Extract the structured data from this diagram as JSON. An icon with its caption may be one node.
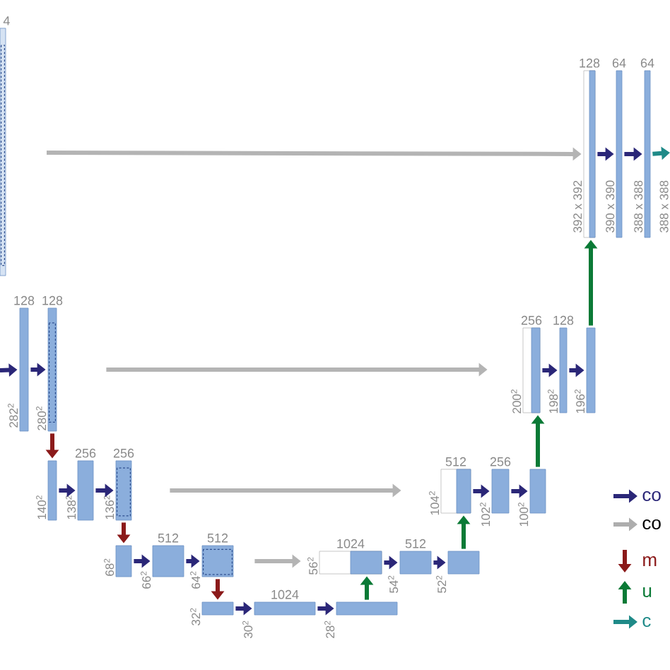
{
  "diagram": {
    "nodes": [
      {
        "text": [],
        "shape": "bar",
        "beside": [
          "4"
        ]
      },
      {
        "text": [],
        "shape": "bar",
        "beside": [
          "128",
          "392 x 392"
        ]
      },
      {
        "text": [],
        "shape": "bar",
        "beside": [
          "64",
          "390 x 390"
        ]
      },
      {
        "text": [],
        "shape": "bar",
        "beside": [
          "64",
          "388 x 388"
        ]
      },
      {
        "text": [],
        "shape": "bar",
        "beside": [
          "128",
          "282$^{2}$"
        ]
      },
      {
        "text": [],
        "shape": "bar",
        "beside": [
          "128",
          "280$^{2}$"
        ]
      },
      {
        "text": [],
        "shape": "bar",
        "beside": [
          "256",
          "200$^{2}$"
        ]
      },
      {
        "text": [],
        "shape": "bar",
        "beside": [
          "128",
          "198$^{2}$"
        ]
      },
      {
        "text": [],
        "shape": "bar",
        "beside": [
          "196$^{2}$"
        ]
      },
      {
        "text": [],
        "shape": "bar",
        "beside": [
          "140$^{2}$"
        ]
      },
      {
        "text": [],
        "shape": "bar",
        "beside": [
          "256",
          "138$^{2}$"
        ]
      },
      {
        "text": [],
        "shape": "bar",
        "beside": [
          "256",
          "136$^{2}$"
        ]
      },
      {
        "text": [],
        "shape": "bar",
        "beside": [
          "512",
          "104$^{2}$"
        ]
      },
      {
        "text": [],
        "shape": "bar",
        "beside": [
          "256",
          "102$^{2}$"
        ]
      },
      {
        "text": [],
        "shape": "bar",
        "beside": [
          "100$^{2}$"
        ]
      },
      {
        "text": [],
        "shape": "bar",
        "beside": [
          "68$^{2}$"
        ]
      },
      {
        "text": [],
        "shape": "bar",
        "beside": [
          "512",
          "66$^{2}$"
        ]
      },
      {
        "text": [],
        "shape": "bar",
        "beside": [
          "512",
          "64$^{2}$"
        ]
      },
      {
        "text": [],
        "shape": "bar",
        "beside": [
          "1024",
          "56$^{2}$"
        ]
      },
      {
        "text": [],
        "shape": "bar",
        "beside": [
          "512",
          "54$^{2}$"
        ]
      },
      {
        "text": [],
        "shape": "bar",
        "beside": [
          "52$^{2}$"
        ]
      },
      {
        "text": [],
        "shape": "bar",
        "beside": [
          "32$^{2}$"
        ]
      },
      {
        "text": [],
        "shape": "bar",
        "beside": [
          "1024",
          "30$^{2}$"
        ]
      },
      {
        "text": [],
        "shape": "bar",
        "beside": [
          "28$^{2}$"
        ]
      }
    ],
    "edges": [
      {
        "from": null,
        "to": 1,
        "arrow": "to",
        "color": "#b4b4b4"
      },
      {
        "from": 1,
        "to": 2,
        "arrow": "to"
      },
      {
        "from": 2,
        "to": 3,
        "arrow": "to"
      },
      {
        "from": 3,
        "to": null,
        "arrow": "to",
        "color": "#1f8a88"
      },
      {
        "from": null,
        "to": 4,
        "arrow": "to"
      },
      {
        "from": 4,
        "to": 5,
        "arrow": "to"
      },
      {
        "from": 5,
        "to": 6,
        "arrow": "to",
        "color": "#b4b4b4"
      },
      {
        "from": 6,
        "to": 7,
        "arrow": "to"
      },
      {
        "from": 7,
        "to": 8,
        "arrow": "to"
      },
      {
        "from": 8,
        "to": 1,
        "arrow": "to",
        "color": "#0a7a36"
      },
      {
        "from": 5,
        "to": 9,
        "arrow": "to",
        "color": "#8b1a1a"
      },
      {
        "from": 9,
        "to": 10,
        "arrow": "to"
      },
      {
        "from": 10,
        "to": 11,
        "arrow": "to"
      },
      {
        "from": 11,
        "to": 12,
        "arrow": "to",
        "color": "#b4b4b4"
      },
      {
        "from": 12,
        "to": 13,
        "arrow": "to"
      },
      {
        "from": 13,
        "to": 14,
        "arrow": "to"
      },
      {
        "from": 14,
        "to": 6,
        "arrow": "to",
        "color": "#0a7a36"
      },
      {
        "from": 11,
        "to": 15,
        "arrow": "to",
        "color": "#8b1a1a"
      },
      {
        "from": 15,
        "to": 16,
        "arrow": "to"
      },
      {
        "from": 16,
        "to": 17,
        "arrow": "to"
      },
      {
        "from": 17,
        "to": 18,
        "arrow": "to",
        "color": "#b4b4b4"
      },
      {
        "from": 18,
        "to": 19,
        "arrow": "to"
      },
      {
        "from": 19,
        "to": 20,
        "arrow": "to"
      },
      {
        "from": 20,
        "to": 12,
        "arrow": "to",
        "color": "#0a7a36"
      },
      {
        "from": 17,
        "to": 21,
        "arrow": "to",
        "color": "#8b1a1a"
      },
      {
        "from": 21,
        "to": 22,
        "arrow": "to"
      },
      {
        "from": 22,
        "to": 23,
        "arrow": "to"
      },
      {
        "from": 23,
        "to": 18,
        "arrow": "to",
        "color": "#0a7a36"
      }
    ],
    "labels": [
      "388 x 388"
    ],
    "legend": [
      {
        "text": "co"
      },
      {
        "text": "co"
      },
      {
        "text": "m"
      },
      {
        "text": "u"
      },
      {
        "text": "c"
      }
    ]
  }
}
